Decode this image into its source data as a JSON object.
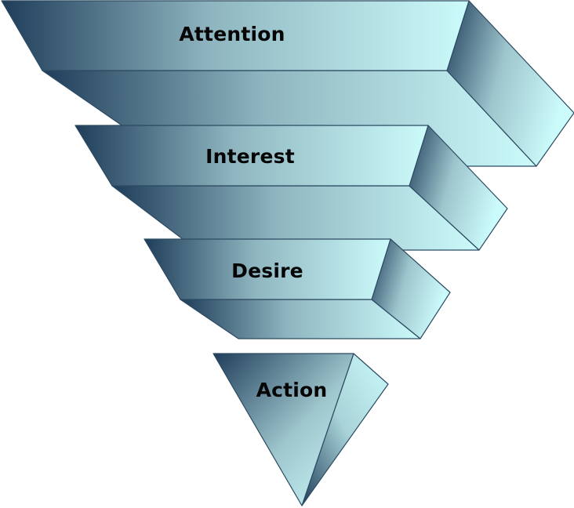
{
  "diagram": {
    "type": "funnel",
    "stages": [
      {
        "label": "Attention"
      },
      {
        "label": "Interest"
      },
      {
        "label": "Desire"
      },
      {
        "label": "Action"
      }
    ],
    "colors": {
      "dark": "#1f3d5a",
      "light": "#ccfbfb",
      "outline": "#2c4a62",
      "text": "#050505"
    }
  }
}
